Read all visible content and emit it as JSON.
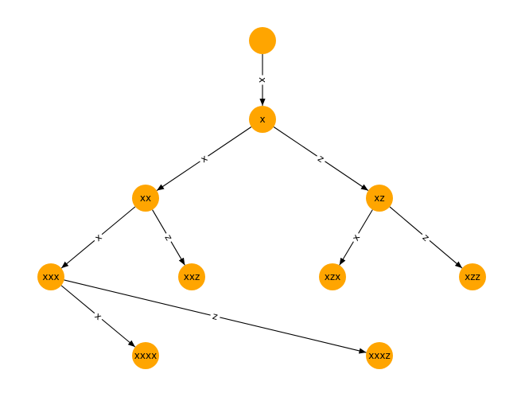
{
  "graph": {
    "node_color": "#FFA500",
    "nodes": [
      {
        "id": "root",
        "label": ""
      },
      {
        "id": "x",
        "label": "x"
      },
      {
        "id": "xx",
        "label": "xx"
      },
      {
        "id": "xz",
        "label": "xz"
      },
      {
        "id": "xxx",
        "label": "xxx"
      },
      {
        "id": "xxz",
        "label": "xxz"
      },
      {
        "id": "xzx",
        "label": "xzx"
      },
      {
        "id": "xzz",
        "label": "xzz"
      },
      {
        "id": "xxxx",
        "label": "xxxx"
      },
      {
        "id": "xxxz",
        "label": "xxxz"
      }
    ],
    "edges": [
      {
        "from": "root",
        "to": "x",
        "label": "x"
      },
      {
        "from": "x",
        "to": "xx",
        "label": "x"
      },
      {
        "from": "x",
        "to": "xz",
        "label": "z"
      },
      {
        "from": "xx",
        "to": "xxx",
        "label": "x"
      },
      {
        "from": "xx",
        "to": "xxz",
        "label": "z"
      },
      {
        "from": "xz",
        "to": "xzx",
        "label": "x"
      },
      {
        "from": "xz",
        "to": "xzz",
        "label": "z"
      },
      {
        "from": "xxx",
        "to": "xxxx",
        "label": "x"
      },
      {
        "from": "xxx",
        "to": "xxxz",
        "label": "z"
      }
    ]
  }
}
